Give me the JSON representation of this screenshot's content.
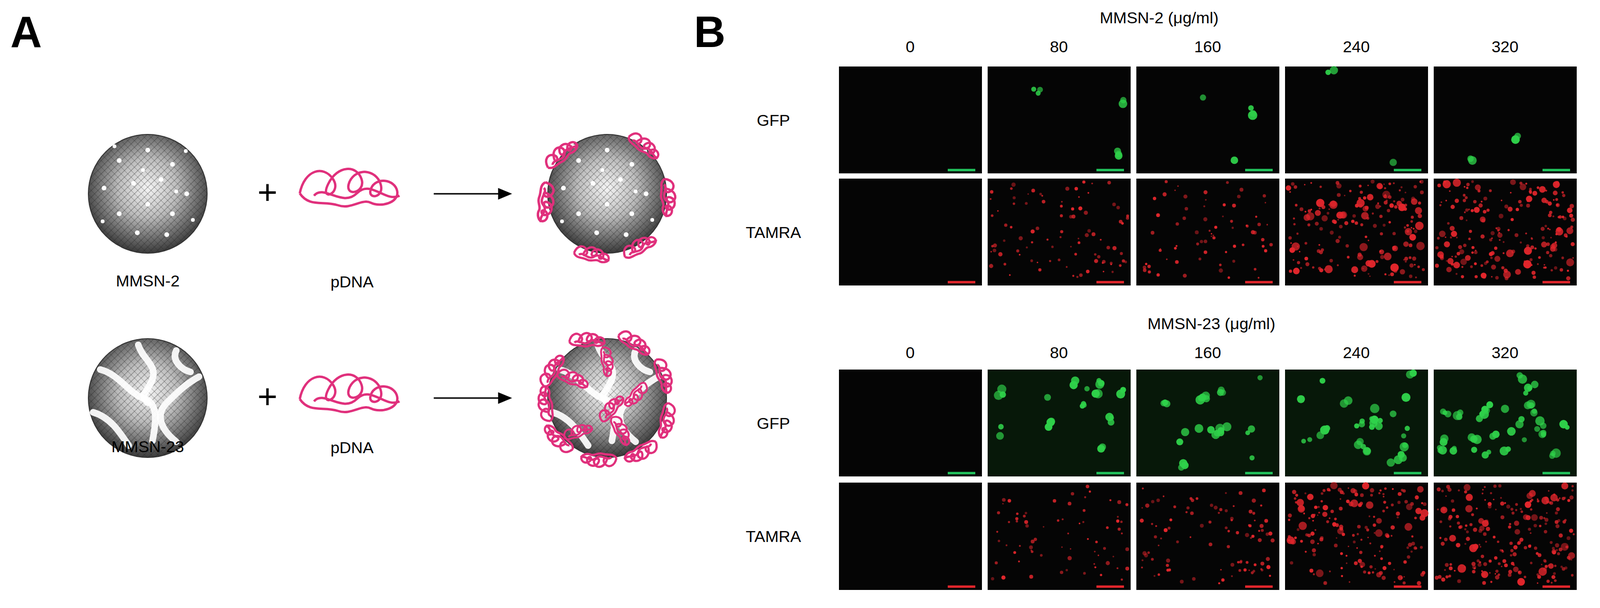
{
  "diagram": {
    "labels": [
      "A",
      "MMSN-2",
      "+",
      "pDNA",
      "MMSN-23",
      "+",
      "pDNA",
      "B",
      "MMSN-2 (μg/ml)",
      "0",
      "80",
      "160",
      "240",
      "320",
      "GFP",
      "TAMRA",
      "MMSN-23 (μg/ml)",
      "0",
      "80",
      "160",
      "240",
      "320",
      "GFP",
      "TAMRA"
    ]
  }
}
